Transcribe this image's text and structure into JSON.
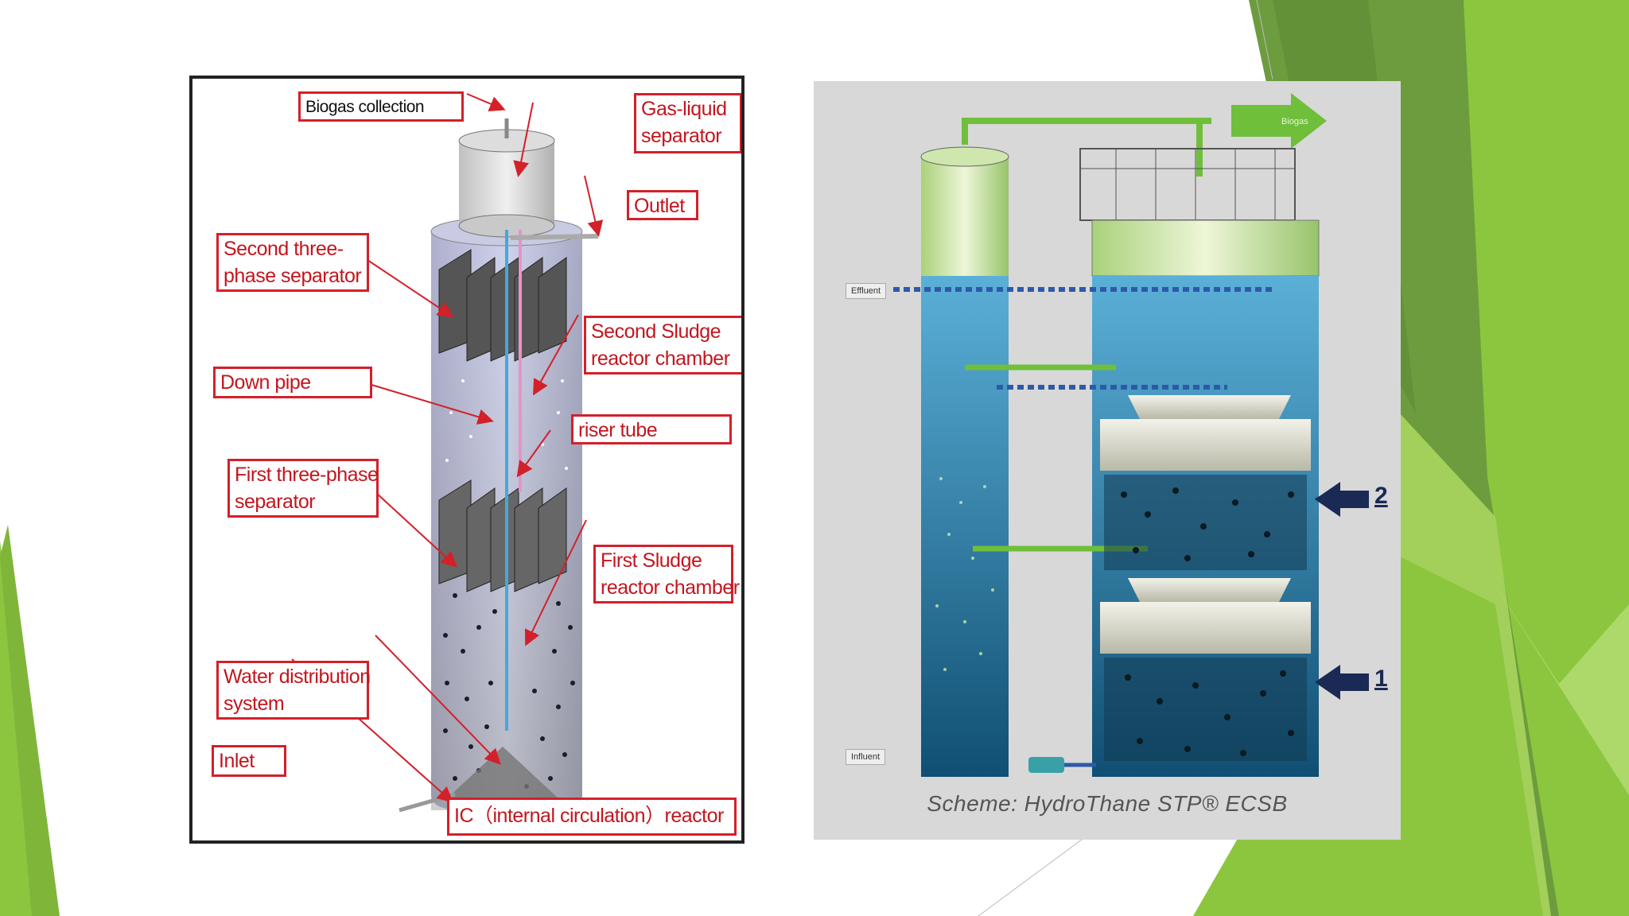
{
  "left_figure": {
    "callouts": {
      "biogas": "Biogas collection",
      "gas_liquid_1": "Gas-liquid",
      "gas_liquid_2": "separator",
      "outlet": "Outlet",
      "second_sep_1": "Second three-",
      "second_sep_2": "phase separator",
      "second_sludge_1": "Second Sludge",
      "second_sludge_2": "reactor chamber",
      "down_pipe": "Down pipe",
      "riser": "riser tube",
      "first_sep_1": "First three-phase",
      "first_sep_2": "separator",
      "first_sludge_1": "First Sludge",
      "first_sludge_2": "reactor chamber",
      "water_dist_1": "Water distribution",
      "water_dist_2": "system",
      "inlet": "Inlet",
      "reactor": "IC（internal circulation）reactor"
    }
  },
  "right_figure": {
    "caption": "Scheme: HydroThane STP® ECSB",
    "biogas_label": "Biogas",
    "effluent_label": "Effluent",
    "influent_label": "Influent",
    "level_2": "2",
    "level_1": "1"
  },
  "colors": {
    "callout_red": "#d3202a",
    "slide_green": "#8cc63f",
    "slide_dark_green": "#6a9a3a",
    "tank_blue": "#1e6f99",
    "pipe_green": "#6fbf3a"
  }
}
